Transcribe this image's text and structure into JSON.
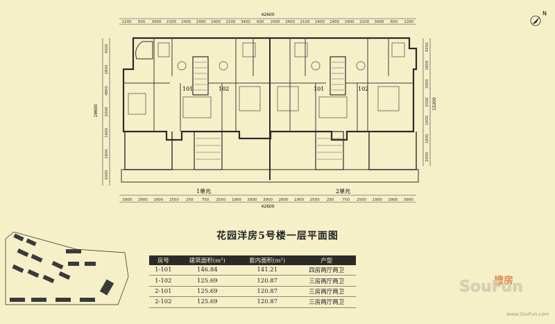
{
  "plan": {
    "top_dims": [
      "1200",
      "600",
      "3400",
      "2100",
      "2400",
      "2400",
      "2400",
      "2100",
      "3400",
      "600",
      "2400",
      "3400",
      "2100",
      "2400",
      "2400",
      "2400",
      "2100",
      "3400",
      "600",
      "1200"
    ],
    "top_total": "42600",
    "bottom_dims": [
      "3900",
      "2900",
      "1900",
      "2550",
      "250",
      "750",
      "2550",
      "1900",
      "2900",
      "3900",
      "2900",
      "1900",
      "2550",
      "250",
      "750",
      "2550",
      "1900",
      "2900",
      "3900"
    ],
    "bottom_total": "42600",
    "left_dims": [
      "4200",
      "1800",
      "4800",
      "2000",
      "1600",
      "1800",
      "2000"
    ],
    "left_total": "19600",
    "right_dims": [
      "4200",
      "1800",
      "3000",
      "2000",
      "1600",
      "1800",
      "2000"
    ],
    "right_total": "15200",
    "unit_labels": [
      "101",
      "102",
      "101",
      "102"
    ],
    "entrance_labels": [
      "1单元",
      "2单元"
    ],
    "north_label": "N"
  },
  "title": "花园洋房5号楼一层平面图",
  "table": {
    "headers": [
      "房号",
      "建筑面积(m²)",
      "套内面积(m²)",
      "户型"
    ],
    "rows": [
      [
        "1-101",
        "146.84",
        "141.21",
        "四房两厅两卫"
      ],
      [
        "1-102",
        "125.69",
        "120.87",
        "三房两厅两卫"
      ],
      [
        "2-101",
        "125.69",
        "120.87",
        "三房两厅两卫"
      ],
      [
        "2-102",
        "125.69",
        "120.87",
        "三房两厅两卫"
      ]
    ]
  },
  "watermark": {
    "brand": "SouFun",
    "cn": "搜房",
    "url": "www.SouFun.com"
  },
  "colors": {
    "background": "#f6f0c9",
    "wall": "#2a2a2a",
    "header": "#2c2a28"
  }
}
